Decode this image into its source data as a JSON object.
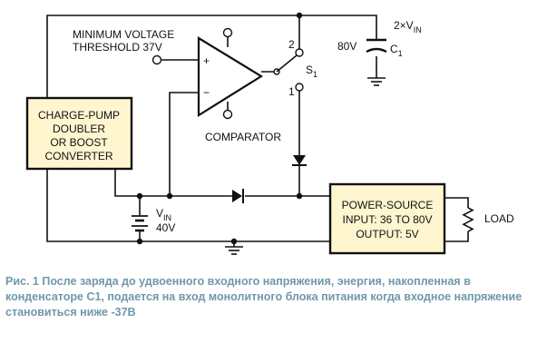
{
  "labels": {
    "min_voltage": "MINIMUM VOLTAGE",
    "threshold": "THRESHOLD 37V",
    "comparator": "COMPARATOR",
    "charge_pump": [
      "CHARGE-PUMP",
      "DOUBLER",
      "OR BOOST",
      "CONVERTER"
    ],
    "power_source": [
      "POWER-SOURCE",
      "INPUT: 36 TO 80V",
      "OUTPUT: 5V"
    ],
    "load": "LOAD",
    "vin_main": "V",
    "vin_sub": "IN",
    "vin_value": "40V",
    "switch_main": "S",
    "switch_sub": "1",
    "switch_pos1": "1",
    "switch_pos2": "2",
    "cap_voltage": "80V",
    "cap_main": "C",
    "cap_sub": "1",
    "twovin_main": "2×V",
    "twovin_sub": "IN",
    "plus": "+",
    "minus": "−"
  },
  "caption": "Рис. 1 После заряда до удвоенного входного напряжения, энергия, накопленная в конденсаторе С1, подается на вход монолитного блока питания когда входное напряжение становиться ниже -37В",
  "colors": {
    "box_fill": "#fff6cf",
    "caption": "#6f98aa"
  }
}
